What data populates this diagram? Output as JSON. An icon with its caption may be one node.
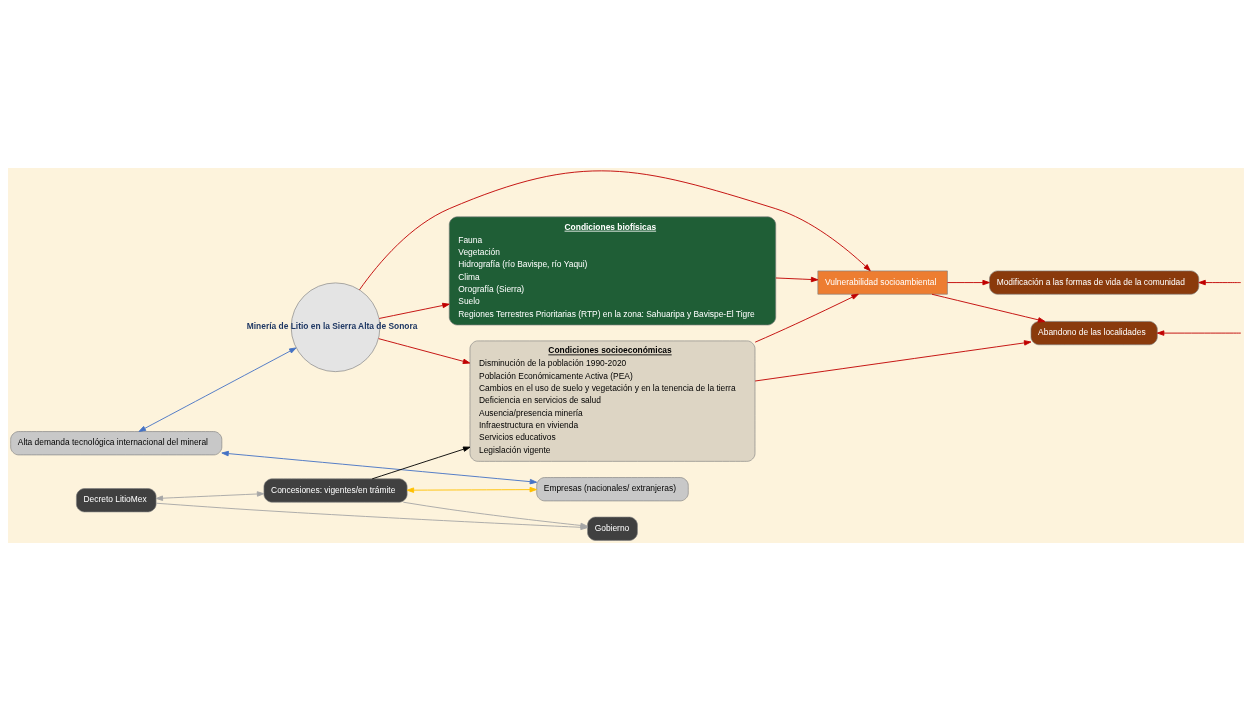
{
  "diagram": {
    "nodes": [
      {
        "text": [
          "Alta demanda tecnológica internacional del mineral"
        ]
      },
      {
        "text": [
          "Empresas (nacionales/ extranjeras)"
        ]
      },
      {
        "text": [
          "Condiciones biofísicas",
          "Fauna",
          "Vegetación",
          "Hidrografía (río Bavispe, río Yaqui)",
          "Clima",
          "Orografía (Sierra)",
          "Suelo",
          "Regiones Terrestres Prioritarias (RTP) en la zona: Sahuaripa y Bavispe-El Tigre"
        ]
      },
      {
        "text": [
          "Modificación a las formas de vida de la comunidad"
        ]
      },
      {
        "text": [
          "Minería de Litio en la Sierra Alta de Sonora"
        ]
      },
      {
        "text": [
          "Vulnerabilidad socioambiental"
        ]
      },
      {
        "text": [
          "Condiciones socioeconómicas",
          "Disminución de la población 1990-2020",
          "Población Económicamente Activa (PEA)",
          "Cambios en el uso de suelo y vegetación y en la tenencia de la tierra",
          "Deficiencia en servicios de salud",
          "Ausencia/presencia minería",
          "Infraestructura en vivienda",
          "Servicios educativos",
          "Legislación vigente"
        ]
      },
      {
        "text": [
          "Gobierno"
        ]
      },
      {
        "text": [
          "Abandono de las localidades"
        ]
      },
      {
        "text": [
          "Decreto LitioMex"
        ]
      },
      {
        "text": [
          "Concesiones: vigentes/en trámite"
        ]
      }
    ],
    "edges": [
      {
        "from": 0,
        "to": 1,
        "arrow": "both",
        "color": "#4472c4"
      },
      {
        "from": 0,
        "to": 4,
        "arrow": "both",
        "color": "#4472c4"
      },
      {
        "from": 4,
        "to": 2,
        "arrow": "to"
      },
      {
        "from": 4,
        "to": 5,
        "arrow": "to"
      },
      {
        "from": 4,
        "to": 6,
        "arrow": "to"
      },
      {
        "from": 2,
        "to": 5,
        "arrow": "to"
      },
      {
        "from": 6,
        "to": 5,
        "arrow": "to"
      },
      {
        "from": 5,
        "to": 3,
        "arrow": "to"
      },
      {
        "from": 5,
        "to": 8,
        "arrow": "to"
      },
      {
        "from": 6,
        "to": 8,
        "arrow": "to"
      },
      {
        "from": 10,
        "to": 1,
        "arrow": "both",
        "color": "#ffc000"
      },
      {
        "from": 10,
        "to": 6,
        "arrow": "to",
        "color": "#000000"
      },
      {
        "from": 9,
        "to": 10,
        "arrow": "both",
        "color": "#a6a6a6"
      },
      {
        "from": 9,
        "to": 7,
        "arrow": "to",
        "color": "#a6a6a6"
      },
      {
        "from": 10,
        "to": 7,
        "arrow": "to",
        "color": "#a6a6a6"
      },
      {
        "from": null,
        "to": 3,
        "arrow": "to"
      },
      {
        "from": null,
        "to": 8,
        "arrow": "to"
      }
    ]
  }
}
